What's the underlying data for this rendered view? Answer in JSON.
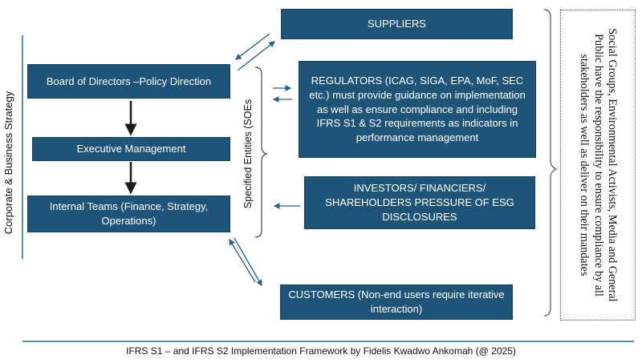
{
  "nodes": {
    "board": "Board of Directors  –Policy Direction",
    "executive": "Executive Management",
    "internal": "Internal Teams (Finance, Strategy, Operations)",
    "suppliers": "SUPPLIERS",
    "regulators": "REGULATORS (ICAG, SIGA, EPA, MoF, SEC etc.)  must provide guidance on implementation as well as ensure compliance and including IFRS S1 & S2 requirements as indicators in performance management",
    "investors": "INVESTORS/ FINANCIERS/ SHAREHOLDERS PRESSURE OF ESG DISCLOSURES",
    "customers": "CUSTOMERS (Non-end users require iterative interaction)"
  },
  "labels": {
    "corporate_strategy": "Corporate & Business Strategy",
    "specified_entities": "Specified Entities (SOEs"
  },
  "side_note": "Social Groups, Environmental Activists, Media and General Public have the responsibility to ensure compliance by all stakeholders as well as deliver on their mandates",
  "footer": "IFRS S1 – and IFRS S2 Implementation Framework by Fidelis Kwadwo Ankomah (@ 2025)",
  "colors": {
    "box_fill": "#1f5479",
    "line": "#2a5f86",
    "footer_rule": "#2f6b99"
  }
}
